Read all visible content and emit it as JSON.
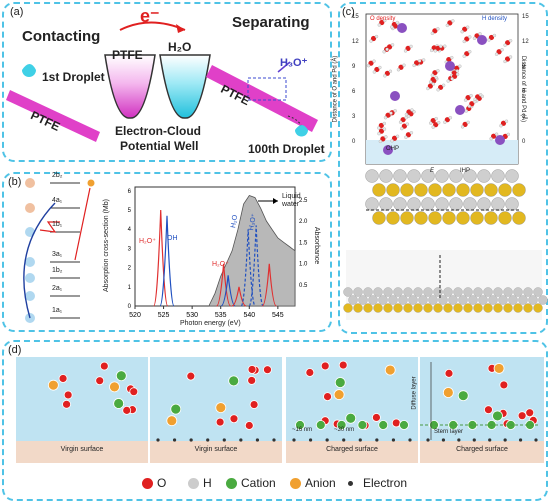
{
  "panel_a": {
    "label": "(a)",
    "contacting": "Contacting",
    "separating": "Separating",
    "electron": "e⁻",
    "first_droplet": "1st Droplet",
    "ptfe": "PTFE",
    "ptfe_well": "PTFE",
    "h2o": "H₂O",
    "well_caption_1": "Electron-Cloud",
    "well_caption_2": "Potential Well",
    "h3o": "H₃O⁺",
    "hundredth_droplet": "100th Droplet",
    "colors": {
      "ptfe": "#e040c8",
      "water": "#3fd0e6"
    }
  },
  "panel_b": {
    "label": "(b)",
    "orbitals": [
      "2b₂",
      "4a₁",
      "1b₁",
      "3a₁",
      "1b₂",
      "2a₁",
      "1a₁"
    ],
    "chart_data": {
      "type": "line",
      "xlabel": "Photon energy (eV)",
      "ylabel": "Absorption cross-section (Mb)",
      "y2label": "Absorbance",
      "xlim": [
        520,
        548
      ],
      "x_ticks": [
        "520",
        "525",
        "530",
        "535",
        "540",
        "545"
      ],
      "y_ticks": [
        "0",
        "1",
        "2",
        "3",
        "4",
        "5",
        "6"
      ],
      "y2_ticks": [
        "0.5",
        "1.0",
        "1.5",
        "2.0",
        "2.5"
      ],
      "annotations": [
        "Liquid water",
        "H₂O⁺",
        "OH",
        "H₂O⁺",
        "H₂O",
        "H₃O⁺"
      ],
      "series": [
        {
          "name": "Liquid water",
          "color": "#888888"
        },
        {
          "name": "H₂O⁺",
          "color": "#e03030"
        },
        {
          "name": "OH",
          "color": "#2050c0"
        }
      ]
    }
  },
  "panel_c": {
    "label": "(c)",
    "o_density": "O density",
    "h_density": "H density",
    "left_axis": "Distance of O and Pd (Å)",
    "right_axis": "Distance of H and Pd (Å)",
    "ticks": [
      "15",
      "12",
      "9",
      "6",
      "3",
      "0"
    ],
    "ohp": "OHP",
    "ihp": "IHP",
    "field": "E"
  },
  "panel_d": {
    "label": "(d)",
    "captions": [
      "Virgin surface",
      "Virgin surface",
      "Charged surface",
      "Charged surface"
    ],
    "spacing_1": "~16 nm",
    "spacing_2": "~30 nm",
    "diffuse_layer": "Diffuse layer",
    "stern_layer": "Stern layer",
    "legend": [
      "O",
      "H",
      "Cation",
      "Anion",
      "Electron"
    ]
  }
}
